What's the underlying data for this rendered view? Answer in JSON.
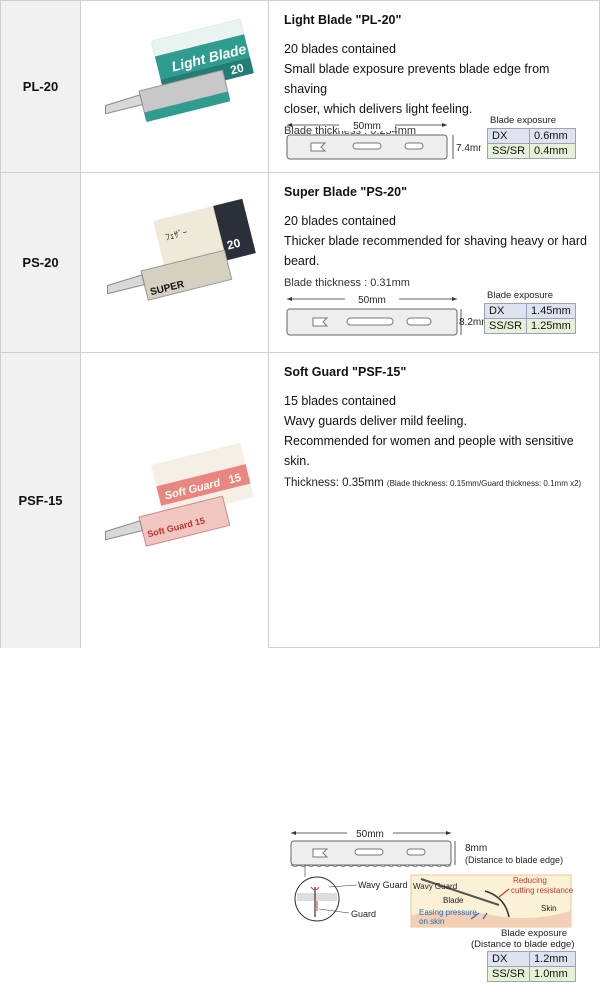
{
  "products": [
    {
      "code": "PL-20",
      "title": "Light Blade \"PL-20\"",
      "lines": [
        "20 blades contained",
        "Small blade exposure prevents blade edge from shaving",
        "closer, which delivers light feeling."
      ],
      "thickness": "Blade thickness : 0.254mm",
      "width_label": "50mm",
      "height_label": "7.4mm",
      "exposure_title": "Blade exposure",
      "exposure": [
        {
          "k": "DX",
          "v": "0.6mm"
        },
        {
          "k": "SS/SR",
          "v": "0.4mm"
        }
      ],
      "box_text": "Light Blade 20",
      "box_color": "#2e9c8f"
    },
    {
      "code": "PS-20",
      "title": "Super Blade \"PS-20\"",
      "lines": [
        "20 blades contained",
        "Thicker blade recommended for shaving heavy or hard",
        "beard."
      ],
      "thickness": "Blade thickness : 0.31mm",
      "width_label": "50mm",
      "height_label": "8.2mm",
      "exposure_title": "Blade exposure",
      "exposure": [
        {
          "k": "DX",
          "v": "1.45mm"
        },
        {
          "k": "SS/SR",
          "v": "1.25mm"
        }
      ],
      "box_text": "SUPER 20",
      "box_color": "#2a2f3a"
    },
    {
      "code": "PSF-15",
      "title": "Soft Guard \"PSF-15\"",
      "lines": [
        "15 blades contained",
        "Wavy guards deliver mild feeling.",
        "Recommended for women and people with sensitive skin."
      ],
      "thickness_main": "Thickness: 0.35mm",
      "thickness_note": "(Blade thickness: 0.15mm/Guard thickness: 0.1mm x2)",
      "width_label": "50mm",
      "height_label": "8mm",
      "height_note": "(Distance to blade edge)",
      "callout_wavy": "Wavy Guard",
      "callout_guard": "Guard",
      "illus": {
        "wavy": "Wavy Guard",
        "blade": "Blade",
        "reducing": "Reducing",
        "cutting": "cutting resistance",
        "skin": "Skin",
        "easing": "Easing pressure",
        "onskin": "on skin"
      },
      "exposure_title": "Blade exposure",
      "exposure_sub": "(Distance to blade edge)",
      "exposure": [
        {
          "k": "DX",
          "v": "1.2mm"
        },
        {
          "k": "SS/SR",
          "v": "1.0mm"
        }
      ],
      "box_text": "Soft Guard 15",
      "box_color": "#e8867f"
    }
  ]
}
